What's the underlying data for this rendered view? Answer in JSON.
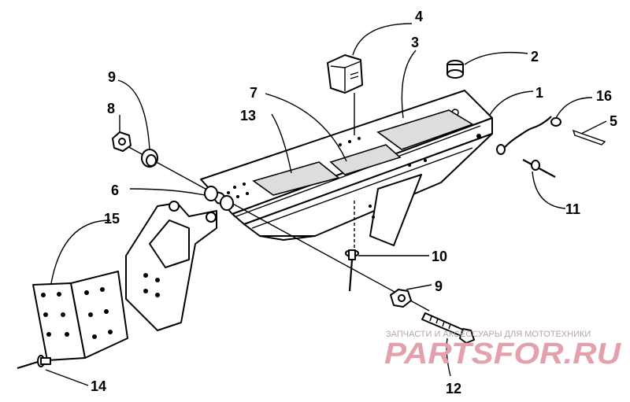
{
  "callouts": [
    {
      "id": "c1",
      "text": "1"
    },
    {
      "id": "c2",
      "text": "2"
    },
    {
      "id": "c3",
      "text": "3"
    },
    {
      "id": "c4",
      "text": "4"
    },
    {
      "id": "c5",
      "text": "5"
    },
    {
      "id": "c6",
      "text": "6"
    },
    {
      "id": "c7",
      "text": "7"
    },
    {
      "id": "c8",
      "text": "8"
    },
    {
      "id": "c9a",
      "text": "9"
    },
    {
      "id": "c9b",
      "text": "9"
    },
    {
      "id": "c10",
      "text": "10"
    },
    {
      "id": "c11",
      "text": "11"
    },
    {
      "id": "c12",
      "text": "12"
    },
    {
      "id": "c13",
      "text": "13"
    },
    {
      "id": "c14",
      "text": "14"
    },
    {
      "id": "c15",
      "text": "15"
    },
    {
      "id": "c16",
      "text": "16"
    }
  ],
  "watermark": {
    "tagline": "ЗАПЧАСТИ И АКСЕССУАРЫ ДЛЯ МОТОТЕХНИКИ",
    "brand": "PARTSFOR.RU",
    "color": "#e3a1ac"
  }
}
